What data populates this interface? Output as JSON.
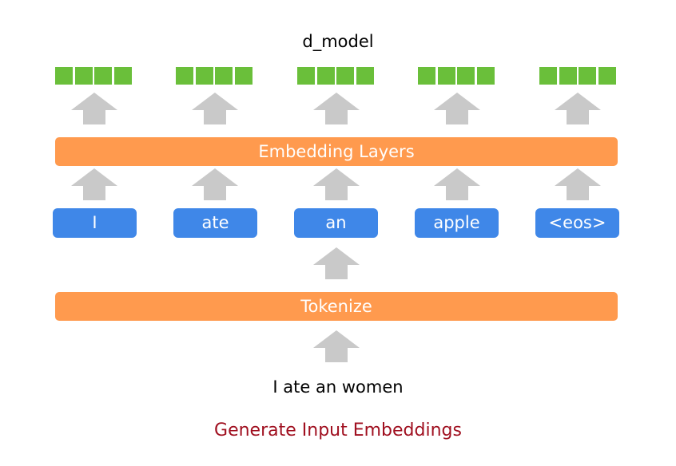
{
  "diagram": {
    "dimension_label": "d_model",
    "embedding_layer_label": "Embedding Layers",
    "tokenize_label": "Tokenize",
    "tokens": [
      "I",
      "ate",
      "an",
      "apple",
      "<eos>"
    ],
    "input_sentence": "I ate an women",
    "caption": "Generate Input Embeddings",
    "colors": {
      "embedding_cell": "#6abf3a",
      "bar": "#ff9a4e",
      "token": "#3f87e8",
      "arrow": "#c9c9c9",
      "caption": "#a01020"
    }
  }
}
